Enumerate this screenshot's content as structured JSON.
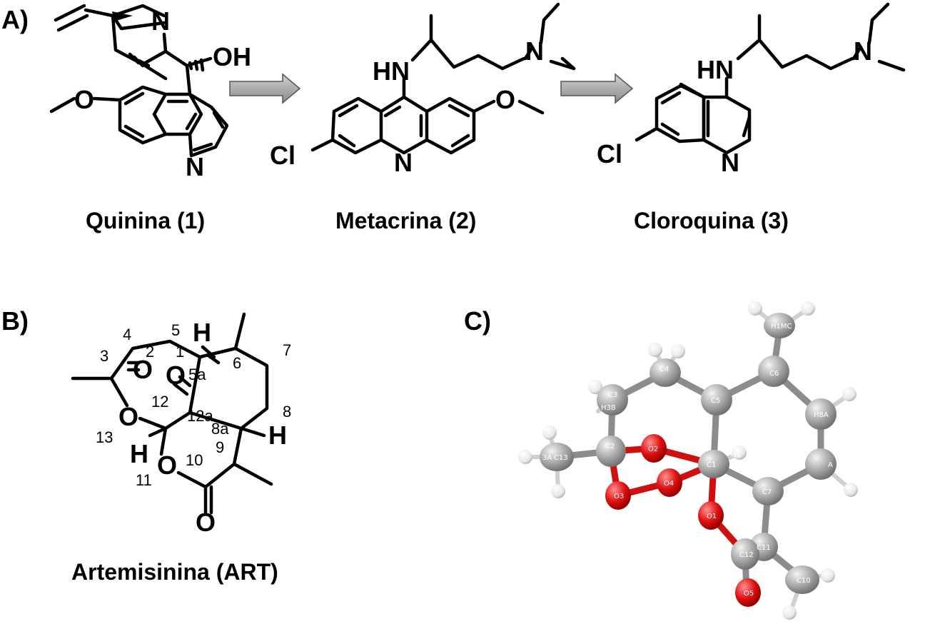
{
  "panels": {
    "a": "A)",
    "b": "B)",
    "c": "C)"
  },
  "compounds": {
    "quinina": "Quinina (1)",
    "metacrina": "Metacrina (2)",
    "cloroquina": "Cloroquina (3)",
    "artemisinina": "Artemisinina (ART)"
  },
  "atoms": {
    "N": "N",
    "OH": "OH",
    "HN": "HN",
    "Cl": "Cl",
    "O": "O",
    "H": "H"
  },
  "art_numbers": [
    "1",
    "2",
    "3",
    "4",
    "5",
    "5a",
    "6",
    "7",
    "8",
    "8a",
    "9",
    "10",
    "11",
    "12",
    "12a",
    "13"
  ],
  "crystal_labels": [
    "C1",
    "C2",
    "C3",
    "C4",
    "C5",
    "C6",
    "C7",
    "C10",
    "C11",
    "C12",
    "C13",
    "O1",
    "O2",
    "O3",
    "O4",
    "O5",
    "H3B",
    "H8A",
    "H1MC",
    "H6",
    "3A",
    "A"
  ],
  "colors": {
    "bond": "#000000",
    "carbon": "#9a9a9a",
    "oxygen": "#e01010",
    "hydrogen": "#f0f0f0",
    "arrow": "#a8a8a8"
  }
}
